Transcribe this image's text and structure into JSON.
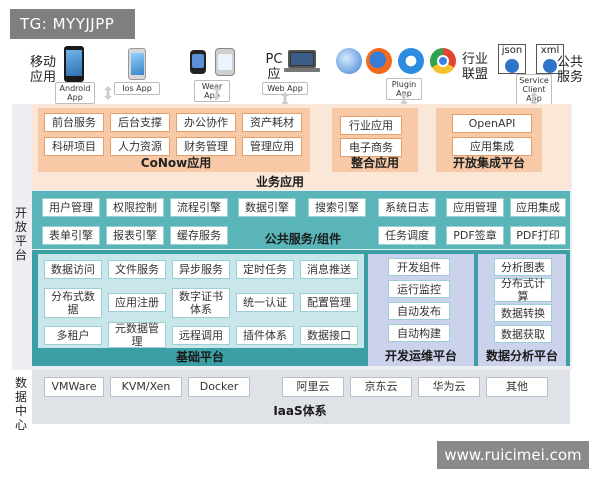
{
  "watermark_tag": "TG: MYYJJPP",
  "watermark_site": "www.ruicimei.com",
  "top": {
    "mobile": {
      "label": "移动\n应用",
      "apps": [
        "Android\nApp",
        "Ios App",
        "Wear\nApp"
      ]
    },
    "pc": {
      "label": "PC\n应用",
      "app": "Web App"
    },
    "industry": {
      "label": "行业\n联盟",
      "app": "Plugin\nApp"
    },
    "public": {
      "label": "公共\n服务",
      "app": "Service\nClient\nApp",
      "icons": [
        "json",
        "xml"
      ]
    }
  },
  "business": {
    "title": "业务应用",
    "conow": {
      "title": "CoNow应用",
      "items": [
        "前台服务",
        "后台支撑",
        "办公协作",
        "资产耗材",
        "科研项目",
        "人力资源",
        "财务管理",
        "管理应用"
      ]
    },
    "integration": {
      "title": "整合应用",
      "items": [
        "行业应用",
        "电子商务"
      ]
    },
    "open_platform": {
      "title": "开放集成平台",
      "items": [
        "OpenAPI",
        "应用集成"
      ]
    }
  },
  "public_services": {
    "title": "公共服务/组件",
    "row1": [
      "用户管理",
      "权限控制",
      "流程引擎",
      "数据引擎",
      "搜索引擎",
      "系统日志",
      "应用管理",
      "应用集成"
    ],
    "row2_left": [
      "表单引擎",
      "报表引擎",
      "缓存服务"
    ],
    "row2_right": [
      "任务调度",
      "PDF签章",
      "PDF打印"
    ]
  },
  "base_platform": {
    "title": "基础平台",
    "row1": [
      "数据访问",
      "文件服务",
      "异步服务",
      "定时任务",
      "消息推送"
    ],
    "row2": [
      "分布式数\n据",
      "应用注册",
      "数字证书\n体系",
      "统一认证",
      "配置管理"
    ],
    "row3": [
      "多租户",
      "元数据管\n理",
      "远程调用",
      "插件体系",
      "数据接口"
    ]
  },
  "devops": {
    "title": "开发运维平台",
    "items": [
      "开发组件",
      "运行监控",
      "自动发布",
      "自动构建"
    ]
  },
  "analytics": {
    "title": "数据分析平台",
    "items": [
      "分析图表",
      "分布式计\n算",
      "数据转换",
      "数据获取"
    ]
  },
  "left_labels": {
    "open_platform": "开\n放\n平\n台",
    "data_center": "数\n据\n中\n心"
  },
  "iaas": {
    "title": "IaaS体系",
    "items": [
      "VMWare",
      "KVM/Xen",
      "Docker",
      "阿里云",
      "京东云",
      "华为云",
      "其他"
    ]
  },
  "colors": {
    "biz_band": "#fbe7d8",
    "peach": "#f7c9a6",
    "teal": "#5ab5b9",
    "teal_dark": "#3d9fa6",
    "purple": "#ccd1ec",
    "iaas_band": "#dfe2e6"
  }
}
